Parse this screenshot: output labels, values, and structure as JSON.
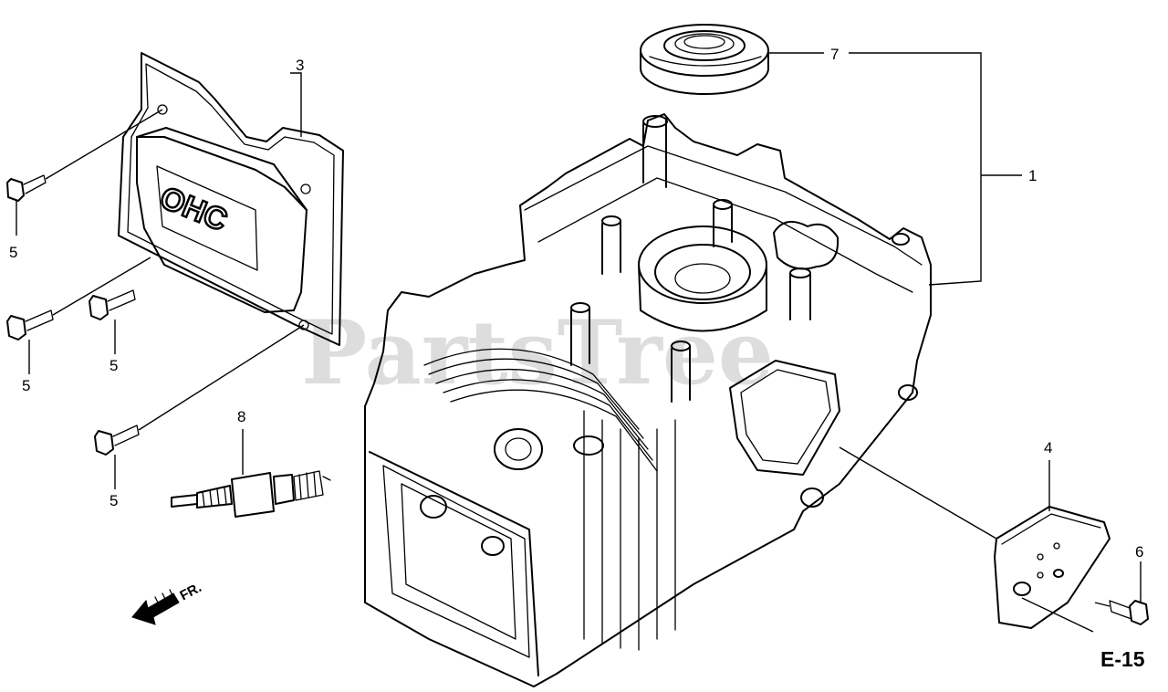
{
  "diagram": {
    "watermark": "PartsTree",
    "page_code": "E-15",
    "direction_label": "FR.",
    "cover_lettering": "OHC",
    "callouts": [
      {
        "id": "c1",
        "label": "1"
      },
      {
        "id": "c3",
        "label": "3"
      },
      {
        "id": "c4",
        "label": "4"
      },
      {
        "id": "c5a",
        "label": "5"
      },
      {
        "id": "c5b",
        "label": "5"
      },
      {
        "id": "c5c",
        "label": "5"
      },
      {
        "id": "c5d",
        "label": "5"
      },
      {
        "id": "c6",
        "label": "6"
      },
      {
        "id": "c7",
        "label": "7"
      },
      {
        "id": "c8",
        "label": "8"
      }
    ]
  }
}
